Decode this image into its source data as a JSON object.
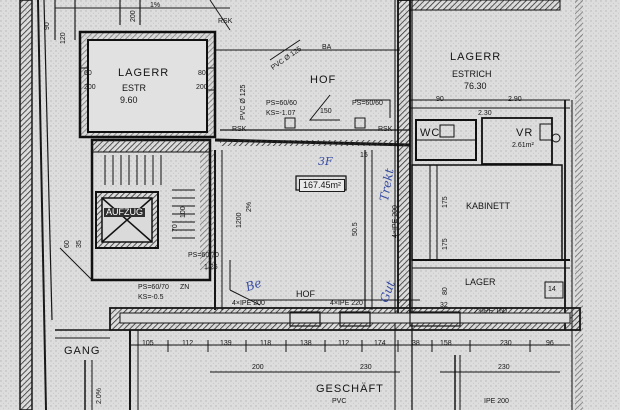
{
  "rooms": {
    "lager_left": {
      "name": "LAGERR",
      "sub": "ESTR",
      "area": "9.60"
    },
    "hof_top": {
      "name": "HOF"
    },
    "lager_right": {
      "name": "LAGERR",
      "sub": "ESTRICH",
      "area": "76.30"
    },
    "wc": {
      "name": "WC"
    },
    "vr": {
      "name": "VR",
      "area": "2.61m²"
    },
    "kabinett": {
      "name": "KABINETT"
    },
    "lager_mid": {
      "name": "LAGER"
    },
    "hof_bottom": {
      "name": "HOF"
    },
    "gang": {
      "name": "GANG"
    },
    "geschaeft": {
      "name": "GESCHÄFT",
      "sub": "PVC"
    },
    "aufzug": {
      "name": "AUFZUG"
    }
  },
  "area_box": "167.45m²",
  "labels": {
    "ba": "BA",
    "pvc_top": "PVC Ø 125",
    "pvc_left": "PVC Ø 125",
    "rsk_top": "RSK",
    "rsk_left": "RSK",
    "rsk_mid": "RSK",
    "ps_a": "PS=60/60",
    "ks_a": "KS=-1.07",
    "ps_b": "PS=60/60",
    "ps_c": "PS=60/70",
    "ks_c": "KS=-0.5",
    "ipe_left": "4×IPE 200",
    "ipe_mid": "4×IPE 220",
    "ipe_right": "2×IPE 160",
    "ipe_vert": "4×IPE 200",
    "ipe_bot": "IPE 200",
    "slope_left": "1.25",
    "slope_mid": "2%",
    "gang_slope": "2.0%",
    "hof_slope": "2%",
    "percent_top": "1%"
  },
  "dims": {
    "top_row": [
      "120",
      "200",
      "90"
    ],
    "left_col": [
      "60",
      "200",
      "80"
    ],
    "right_lager": [
      "2.90",
      "2.30",
      "90"
    ],
    "bottom_row": [
      "105",
      "112",
      "139",
      "118",
      "138",
      "112",
      "174",
      "38",
      "158",
      "230",
      "96"
    ],
    "lower_row": [
      "200",
      "230",
      "230"
    ],
    "center": [
      "1200",
      "50.5",
      "175",
      "80",
      "175",
      "32",
      "15",
      "14"
    ],
    "misc": [
      "70",
      "200",
      "100",
      "35",
      "50",
      "150",
      "200",
      "60",
      "50",
      "ZN"
    ]
  },
  "handwriting": {
    "a": "3F",
    "b": "Trekt",
    "c": "Gut",
    "d": "Be"
  }
}
